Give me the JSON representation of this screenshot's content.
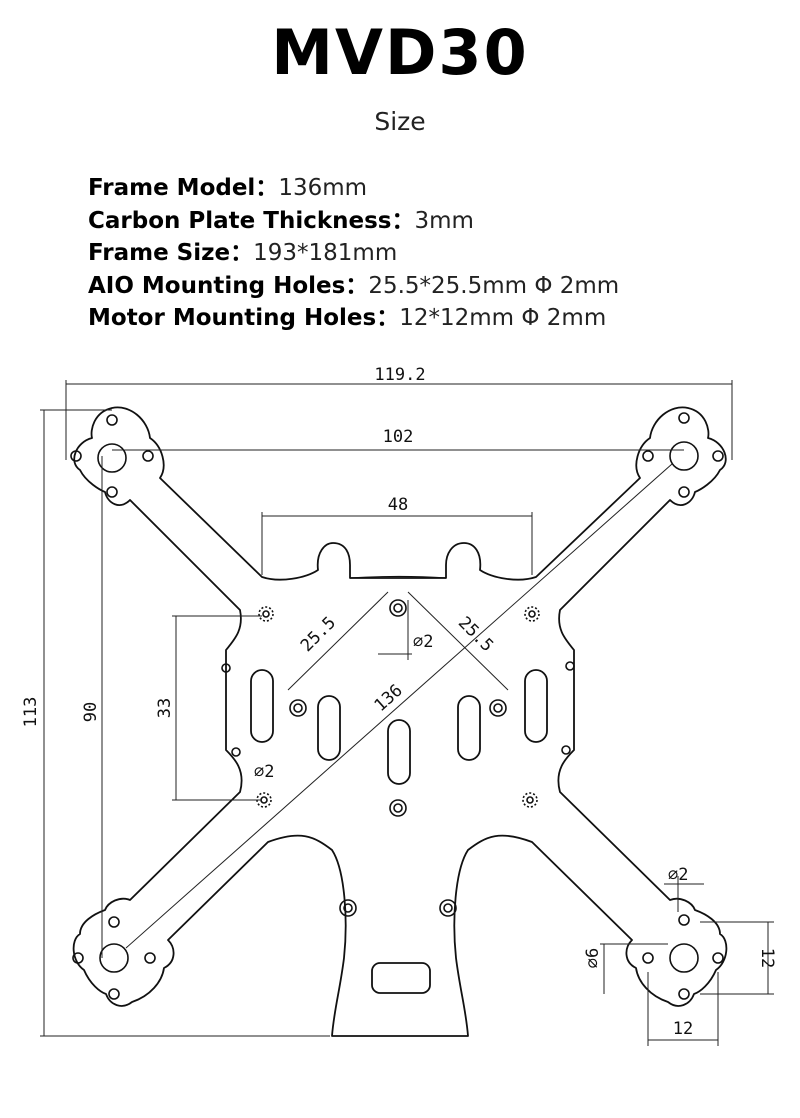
{
  "header": {
    "title": "MVD30",
    "subtitle": "Size"
  },
  "specs": [
    {
      "label": "Frame Model：",
      "value": "136mm"
    },
    {
      "label": "Carbon Plate Thickness：",
      "value": "3mm"
    },
    {
      "label": "Frame Size：",
      "value": "193*181mm"
    },
    {
      "label": "AIO Mounting Holes：",
      "value": "25.5*25.5mm  Φ 2mm"
    },
    {
      "label": "Motor Mounting Holes：",
      "value": "12*12mm Φ 2mm"
    }
  ],
  "drawing": {
    "dims": {
      "overall_width": "119.2",
      "motor_spacing": "102",
      "slot_span": "48",
      "aio_a": "25.5",
      "aio_b": "25.5",
      "aio_hole": "2",
      "diagonal": "136",
      "overall_height": "113",
      "outer_holes_height": "90",
      "inner_holes_height": "33",
      "side_hole": "2",
      "motor_hole": "2",
      "motor_center": "6",
      "motor_pattern_h": "12",
      "motor_pattern_w": "12"
    }
  }
}
